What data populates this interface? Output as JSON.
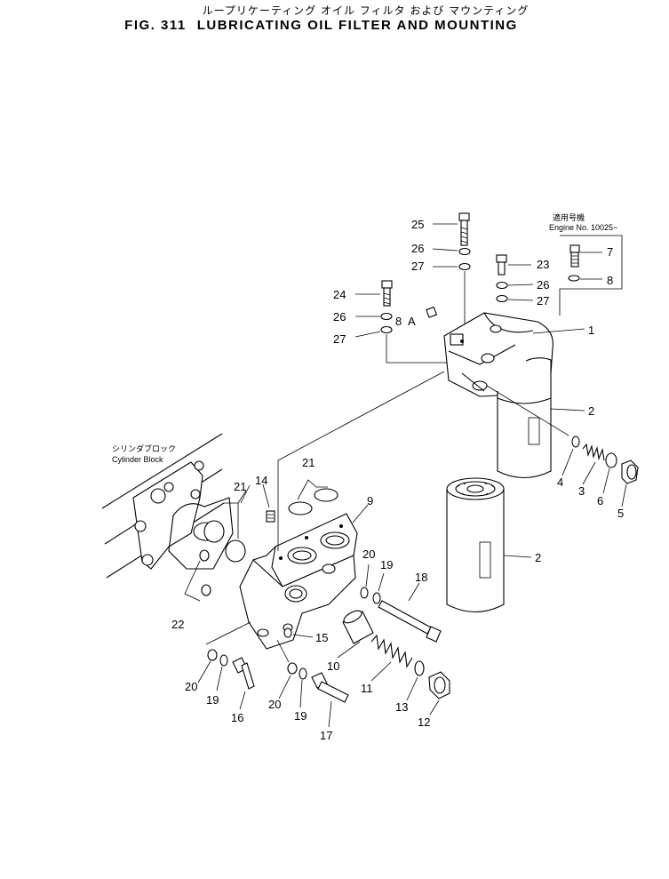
{
  "title": {
    "japanese": "ループリケーティング オイル フィルタ および マウンティング",
    "figure_number": "FIG. 311",
    "english": "LUBRICATING OIL FILTER AND MOUNTING"
  },
  "annotations": {
    "applicable_jp": "適用号機",
    "engine_number": "Engine No. 10025~",
    "cylinder_block_jp": "シリンダブロック",
    "cylinder_block": "Cylinder Block",
    "view_marker": "A"
  },
  "callouts": [
    "1",
    "2",
    "2",
    "3",
    "4",
    "5",
    "6",
    "7",
    "8",
    "8",
    "9",
    "10",
    "11",
    "12",
    "13",
    "14",
    "15",
    "16",
    "17",
    "18",
    "19",
    "19",
    "19",
    "20",
    "20",
    "20",
    "21",
    "21",
    "22",
    "23",
    "24",
    "25",
    "26",
    "26",
    "26",
    "27",
    "27",
    "27"
  ]
}
